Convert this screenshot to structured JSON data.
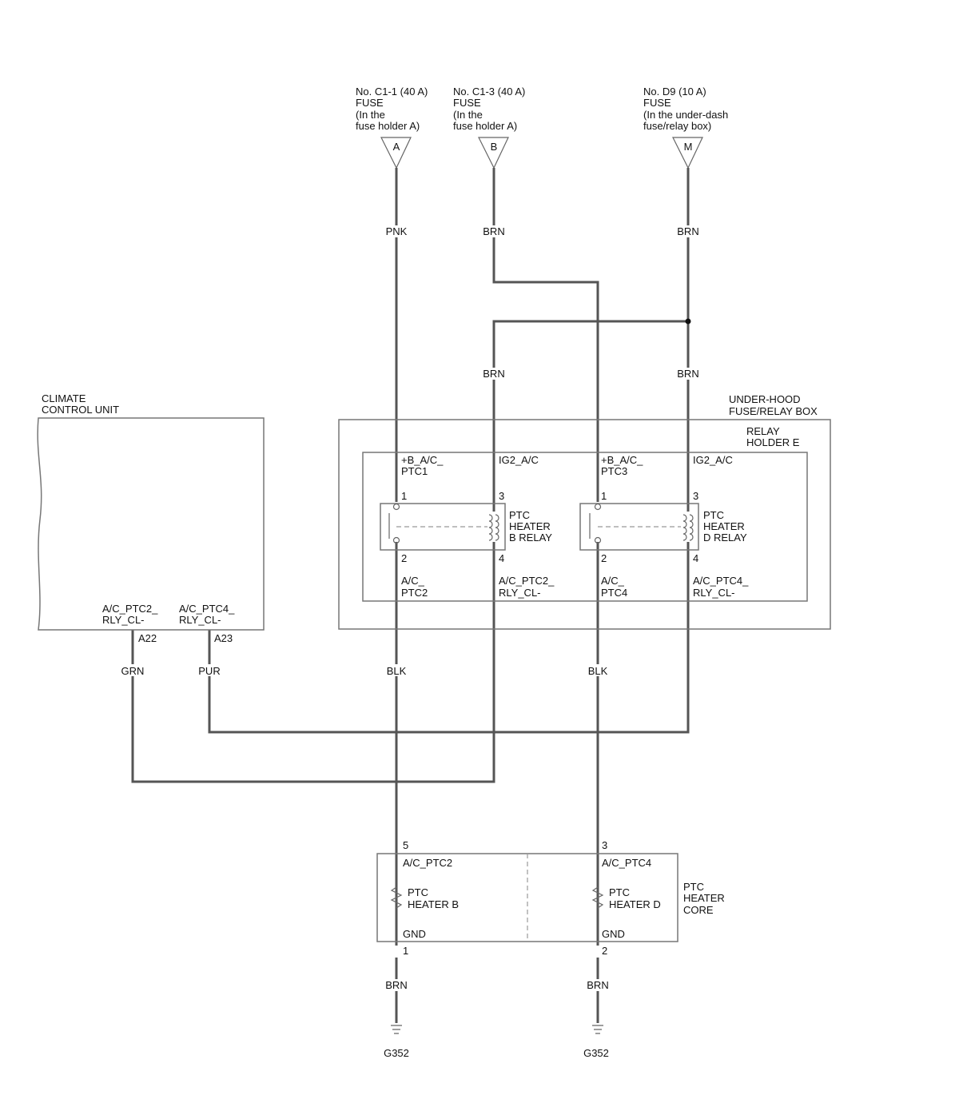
{
  "fuses": [
    {
      "letter": "A",
      "lines": [
        "No. C1-1 (40 A)",
        "FUSE",
        "(In the",
        "fuse holder A)"
      ]
    },
    {
      "letter": "B",
      "lines": [
        "No. C1-3 (40 A)",
        "FUSE",
        "(In the",
        "fuse holder A)"
      ]
    },
    {
      "letter": "M",
      "lines": [
        "No. D9 (10 A)",
        "FUSE",
        "(In the under-dash",
        "fuse/relay box)"
      ]
    }
  ],
  "wire_colors": {
    "pnk": "PNK",
    "brn_b": "BRN",
    "brn_m": "BRN",
    "brn_relay_b": "BRN",
    "brn_relay_d": "BRN",
    "grn": "GRN",
    "pur": "PUR",
    "blk_b": "BLK",
    "blk_d": "BLK",
    "brn_gnd_b": "BRN",
    "brn_gnd_d": "BRN"
  },
  "climate_unit": {
    "title_lines": [
      "CLIMATE",
      "CONTROL UNIT"
    ],
    "pin1": {
      "label_lines": [
        "A/C_PTC2_",
        "RLY_CL-"
      ],
      "number": "A22"
    },
    "pin2": {
      "label_lines": [
        "A/C_PTC4_",
        "RLY_CL-"
      ],
      "number": "A23"
    }
  },
  "fuse_box": {
    "title_lines": [
      "UNDER-HOOD",
      "FUSE/RELAY BOX"
    ],
    "holder_lines": [
      "RELAY",
      "HOLDER E"
    ]
  },
  "relays": [
    {
      "name_lines": [
        "PTC",
        "HEATER",
        "B RELAY"
      ],
      "top_left_lines": [
        "+B_A/C_",
        "PTC1"
      ],
      "top_right": "IG2_A/C",
      "bottom_left_lines": [
        "A/C_",
        "PTC2"
      ],
      "bottom_right_lines": [
        "A/C_PTC2_",
        "RLY_CL-"
      ],
      "pins": [
        "1",
        "3",
        "2",
        "4"
      ]
    },
    {
      "name_lines": [
        "PTC",
        "HEATER",
        "D RELAY"
      ],
      "top_left_lines": [
        "+B_A/C_",
        "PTC3"
      ],
      "top_right": "IG2_A/C",
      "bottom_left_lines": [
        "A/C_",
        "PTC4"
      ],
      "bottom_right_lines": [
        "A/C_PTC4_",
        "RLY_CL-"
      ],
      "pins": [
        "1",
        "3",
        "2",
        "4"
      ]
    }
  ],
  "heater_core": {
    "title_lines": [
      "PTC",
      "HEATER",
      "CORE"
    ],
    "heaters": [
      {
        "pin_in": "5",
        "signal": "A/C_PTC2",
        "name_lines": [
          "PTC",
          "HEATER B"
        ],
        "gnd": "GND",
        "pin_out": "1"
      },
      {
        "pin_in": "3",
        "signal": "A/C_PTC4",
        "name_lines": [
          "PTC",
          "HEATER D"
        ],
        "gnd": "GND",
        "pin_out": "2"
      }
    ]
  },
  "grounds": [
    "G352",
    "G352"
  ]
}
